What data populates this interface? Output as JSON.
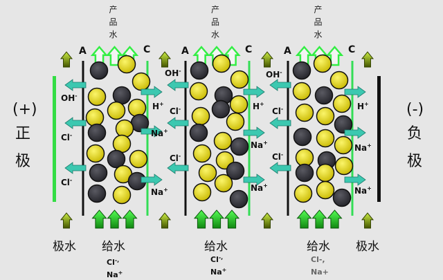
{
  "colors": {
    "anion_membrane": "#111111",
    "cation_membrane": "#33dd55",
    "anode": "#33dd44",
    "cathode": "#111111",
    "yellow_ball": "#e6dc1e",
    "dark_ball": "#3b3b42",
    "ion_arrow": "#3cc8b0",
    "product_arrow": "#33ee44",
    "feed_arrow": "#22cc22",
    "electrode_water_arrow": "#88aa22"
  },
  "left_electrode": {
    "sign": "(+)",
    "name_line1": "正",
    "name_line2": "极"
  },
  "right_electrode": {
    "sign": "(-)",
    "name_line1": "负",
    "name_line2": "极"
  },
  "membrane_labels": {
    "anion": "A",
    "cation": "C"
  },
  "product_water": {
    "line1": "产",
    "line2": "品",
    "line3": "水"
  },
  "bottom": {
    "electrode_water": "极水",
    "feed_water": "给水",
    "feed_ions_1": "Cl-,",
    "feed_ions_2": "Na+"
  },
  "ions": {
    "OH": {
      "base": "OH",
      "charge": "-"
    },
    "Cl": {
      "base": "Cl",
      "charge": "-"
    },
    "H": {
      "base": "H",
      "charge": "+"
    },
    "Na": {
      "base": "Na",
      "charge": "+"
    }
  },
  "feed_ions": [
    {
      "cl_base": "Cl",
      "cl_charge": "-,",
      "na_base": "Na",
      "na_charge": "+"
    },
    {
      "cl_base": "Cl",
      "cl_charge": "-,",
      "na_base": "Na",
      "na_charge": "+"
    },
    {
      "cl_base": "Cl",
      "cl_charge": "-,",
      "na_base": "Na",
      "na_charge": "+"
    }
  ]
}
